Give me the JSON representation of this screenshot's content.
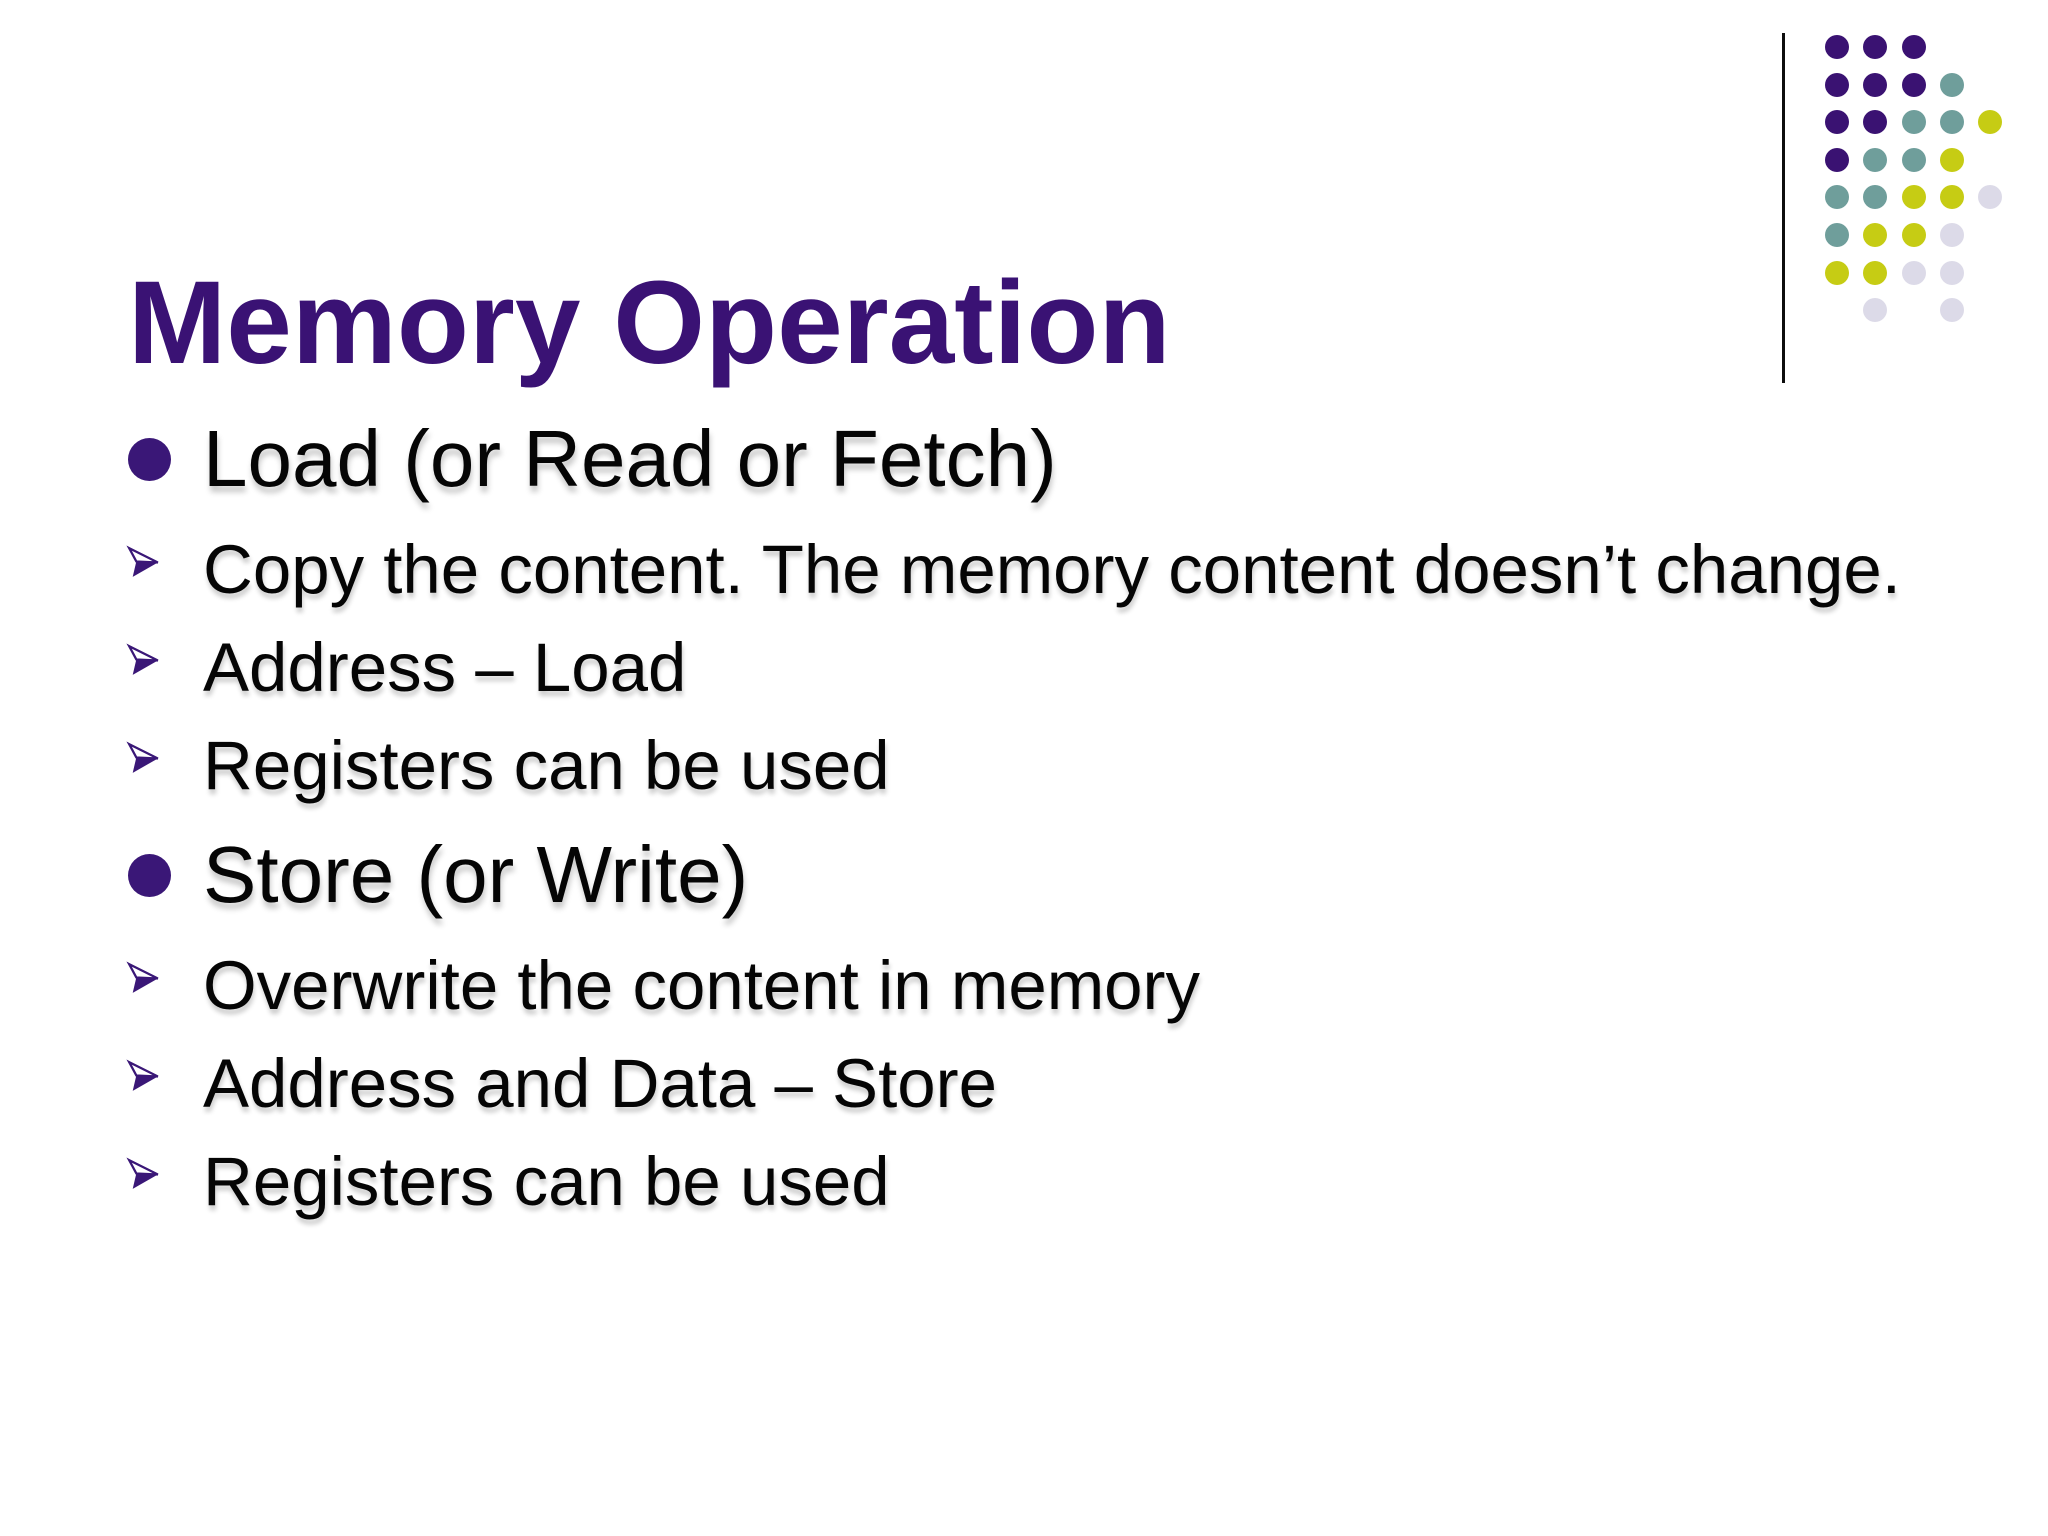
{
  "slide": {
    "title": "Memory Operation",
    "content": [
      {
        "level": 1,
        "text": "Load (or Read or Fetch)"
      },
      {
        "level": 2,
        "text": "Copy the content. The memory content doesn’t change."
      },
      {
        "level": 2,
        "text": "Address – Load"
      },
      {
        "level": 2,
        "text": "Registers can be used"
      },
      {
        "level": 1,
        "text": "Store (or Write)"
      },
      {
        "level": 2,
        "text": "Overwrite the content in memory"
      },
      {
        "level": 2,
        "text": "Address and Data – Store"
      },
      {
        "level": 2,
        "text": "Registers can be used"
      }
    ],
    "colors": {
      "title_text": "#3A1274",
      "body_text": "#050505",
      "bullet_marker": "#3A1777",
      "dot_purple": "#3A1272",
      "dot_teal": "#6F9E9B",
      "dot_olive": "#C6CC14",
      "dot_lavender": "#DCDAE8",
      "divider_line": "#0D0D0D"
    },
    "decoration": {
      "dot_pattern": [
        "PPP..",
        "PPPT.",
        "PPTTO",
        "PTTO.",
        "TTOOL",
        "TOOL.",
        "OOLL.",
        ".L.L."
      ],
      "legend": {
        "P": "dot_purple",
        "T": "dot_teal",
        "O": "dot_olive",
        "L": "dot_lavender"
      }
    }
  }
}
